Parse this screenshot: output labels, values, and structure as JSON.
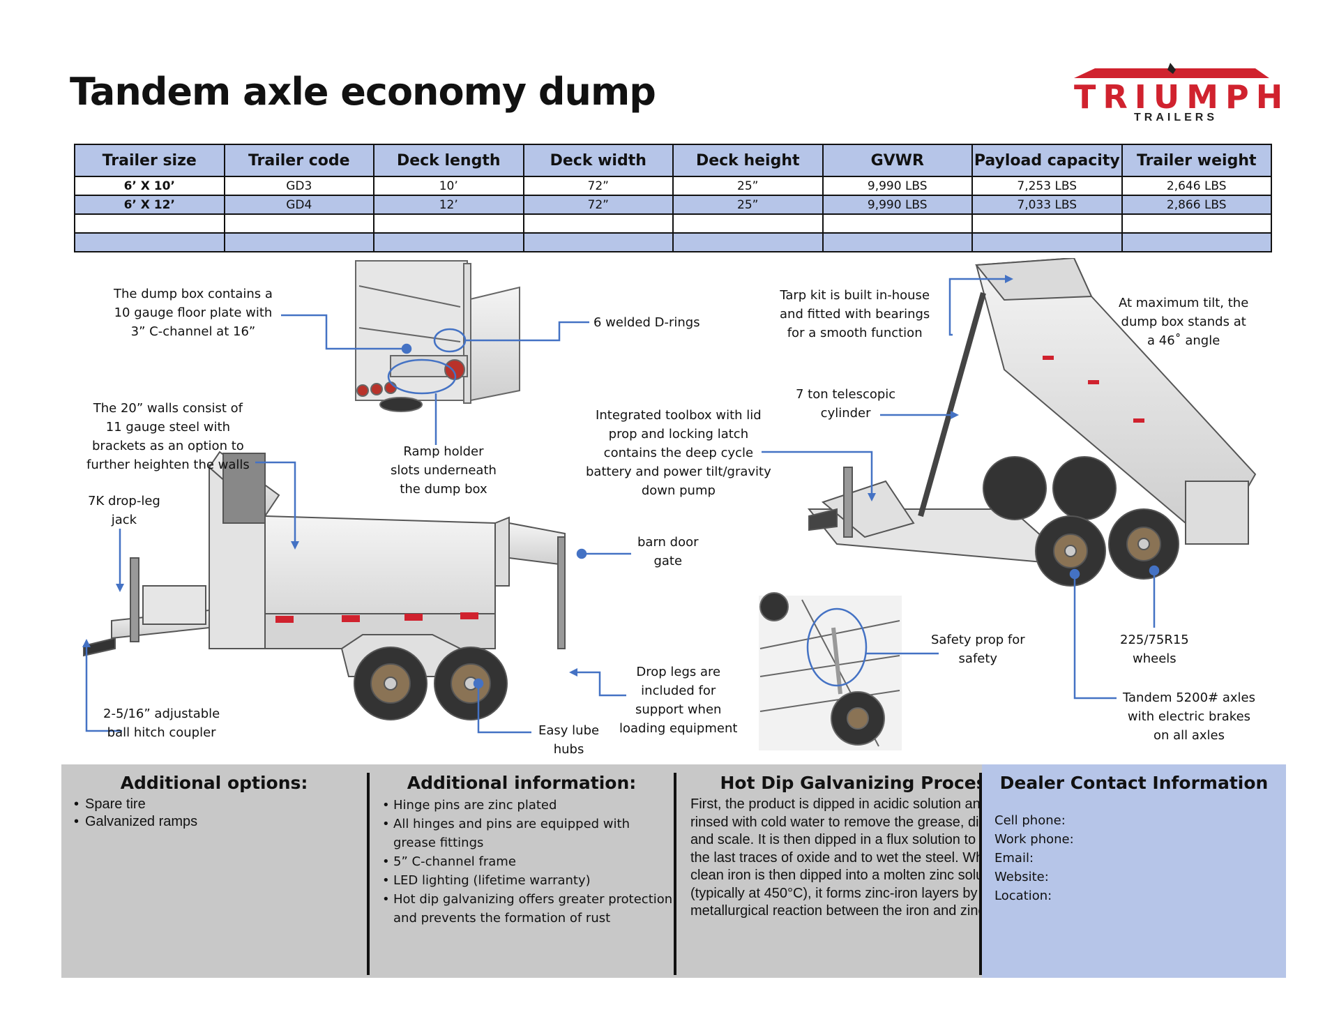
{
  "title": "Tandem axle economy dump",
  "logo": {
    "word": "TRIUMPH",
    "sub": "TRAILERS",
    "brand_color": "#d0222e"
  },
  "table": {
    "headers": [
      "Trailer size",
      "Trailer code",
      "Deck length",
      "Deck width",
      "Deck height",
      "GVWR",
      "Payload capacity",
      "Trailer weight"
    ],
    "rows": [
      [
        "6’ X 10’",
        "GD3",
        "10’",
        "72”",
        "25”",
        "9,990 LBS",
        "7,253 LBS",
        "2,646 LBS"
      ],
      [
        "6’ X 12’",
        "GD4",
        "12’",
        "72”",
        "25”",
        "9,990 LBS",
        "7,033 LBS",
        "2,866 LBS"
      ],
      [
        "",
        "",
        "",
        "",
        "",
        "",
        "",
        ""
      ],
      [
        "",
        "",
        "",
        "",
        "",
        "",
        "",
        ""
      ]
    ]
  },
  "callouts": {
    "floor": [
      "The dump box contains a",
      "10 gauge floor plate with",
      "3” C-channel at 16”"
    ],
    "drings": [
      "6 welded D-rings"
    ],
    "ramp": [
      "Ramp holder",
      "slots underneath",
      "the dump box"
    ],
    "walls": [
      "The 20” walls consist of",
      "11 gauge steel with",
      "brackets as an option to",
      "further heighten the walls"
    ],
    "jack": [
      "7K drop-leg",
      "jack"
    ],
    "coupler": [
      "2-5/16” adjustable",
      "ball hitch coupler"
    ],
    "hubs": [
      "Easy lube",
      "hubs"
    ],
    "droplegs": [
      "Drop legs are",
      "included for",
      "support when",
      "loading equipment"
    ],
    "barn": [
      "barn door",
      "gate"
    ],
    "tarp": [
      "Tarp kit is built in-house",
      "and fitted with bearings",
      "for a smooth function"
    ],
    "tilt": [
      "At maximum tilt, the",
      "dump box stands at",
      "a 46˚ angle"
    ],
    "cylinder": [
      "7 ton telescopic",
      "cylinder"
    ],
    "toolbox": [
      "Integrated toolbox with lid",
      "prop and locking latch",
      "contains the deep cycle",
      "battery and power tilt/gravity",
      "down pump"
    ],
    "prop": [
      "Safety prop for",
      "safety"
    ],
    "wheels": [
      "225/75R15",
      "wheels"
    ],
    "axles": [
      "Tandem 5200# axles",
      "with electric brakes",
      "on all axles"
    ]
  },
  "panels": {
    "options": {
      "title": "Additional options:",
      "items": [
        "Spare tire",
        "Galvanized ramps"
      ]
    },
    "info": {
      "title": "Additional information:",
      "items": [
        "Hinge pins are zinc plated",
        "All hinges and pins are equipped with grease fittings",
        "5” C-channel frame",
        "LED lighting (lifetime warranty)",
        "Hot dip galvanizing offers greater protection and prevents the formation of rust"
      ]
    },
    "galvanizing": {
      "title": "Hot Dip Galvanizing Process",
      "text": "First, the product is dipped in acidic solution and rinsed with cold water to remove the grease, dirt, rust and scale. It is then dipped in a flux solution to remove the last traces of oxide and to wet the steel. When the clean iron is then dipped into a molten zinc solution (typically at 450°C), it forms zinc-iron layers by a metallurgical reaction between the iron and zinc."
    },
    "dealer": {
      "title": "Dealer Contact Information",
      "fields": [
        "Cell phone:",
        "Work phone:",
        "Email:",
        "Website:",
        "Location:"
      ]
    }
  },
  "colors": {
    "table_band": "#b6c5e8",
    "callout_line": "#4472c4",
    "panel_gray": "#c8c8c8"
  }
}
